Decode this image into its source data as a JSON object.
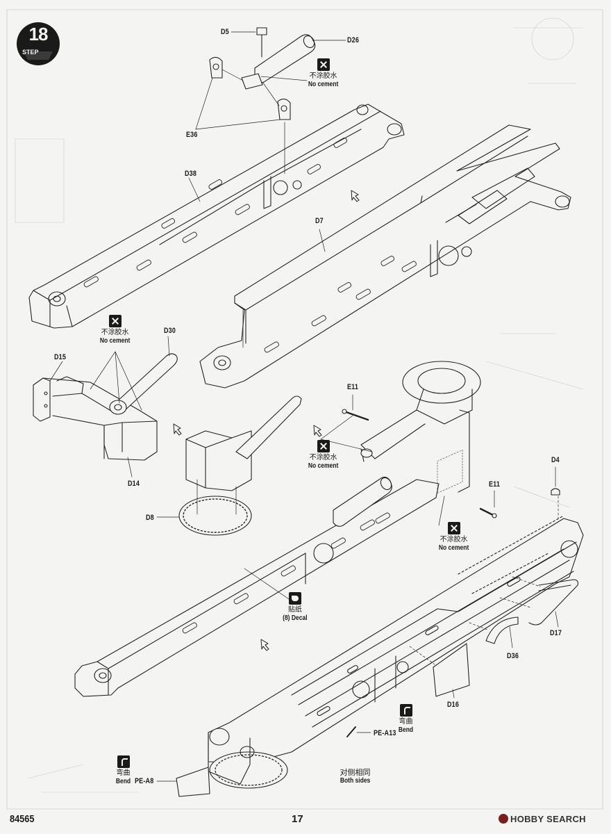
{
  "page": {
    "code": "84565",
    "number": "17"
  },
  "step": {
    "number": "18",
    "word": "STEP"
  },
  "watermark": "HOBBY SEARCH",
  "parts": {
    "d5": "D5",
    "d26": "D26",
    "e36": "E36",
    "d38": "D38",
    "d7": "D7",
    "d30": "D30",
    "d15": "D15",
    "d14": "D14",
    "d8": "D8",
    "e11_left": "E11",
    "e11_right": "E11",
    "d4": "D4",
    "d17": "D17",
    "d36": "D36",
    "d16": "D16",
    "pe_a13": "PE-A13",
    "pe_a8": "PE-A8"
  },
  "notes": {
    "no_cement_cn": "不涂胶水",
    "no_cement_en": "No cement",
    "decal_cn": "贴纸",
    "decal_en": "(8) Decal",
    "bend_cn": "弯曲",
    "bend_en": "Bend",
    "both_sides_cn": "对侧相同",
    "both_sides_en": "Both sides"
  }
}
